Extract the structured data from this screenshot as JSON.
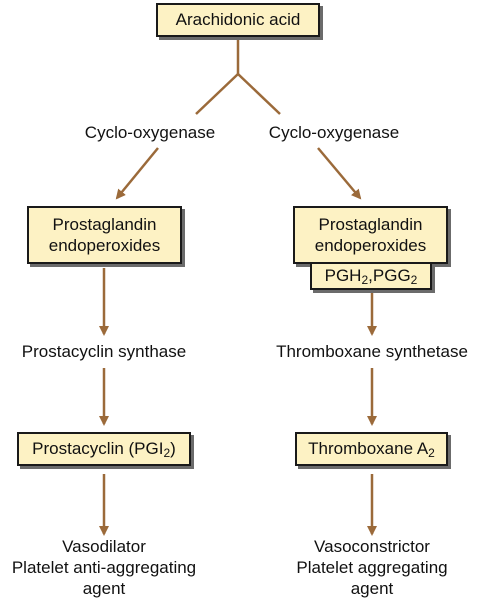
{
  "top": {
    "label": "Arachidonic acid"
  },
  "left": {
    "enzyme1": "Cyclo-oxygenase",
    "box1": [
      "Prostaglandin",
      "endoperoxides"
    ],
    "enzyme2": "Prostacyclin synthase",
    "box2": {
      "text": "Prostacyclin (PGI",
      "sub": "2",
      "end": ")"
    },
    "effects": [
      "Vasodilator",
      "Platelet anti-aggregating",
      "agent"
    ]
  },
  "right": {
    "enzyme1": "Cyclo-oxygenase",
    "box1": [
      "Prostaglandin",
      "endoperoxides"
    ],
    "box1_tag": {
      "a": "PGH",
      "a_sub": "2",
      "sep": ",PGG",
      "b_sub": "2"
    },
    "enzyme2": "Thromboxane synthetase",
    "box2": {
      "text": "Thromboxane A",
      "sub": "2"
    },
    "effects": [
      "Vasoconstrictor",
      "Platelet aggregating",
      "agent"
    ]
  },
  "colors": {
    "box_fill": "#fdf2c4",
    "box_border": "#1a1a1a",
    "arrow": "#9b6a3a"
  }
}
